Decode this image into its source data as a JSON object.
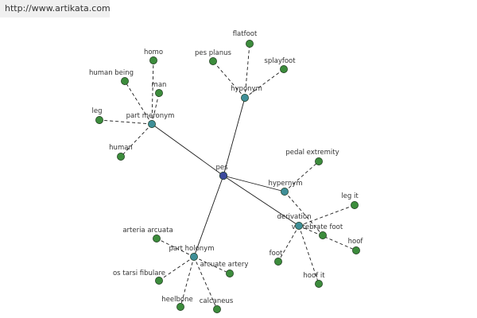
{
  "watermark": "http://www.artikata.com",
  "colors": {
    "root": "#3b4a9c",
    "relation": "#3f8f98",
    "leaf": "#3c8c3c",
    "edge": "#1a1a1a"
  },
  "root": {
    "id": "pes",
    "label": "pes"
  },
  "relations": [
    {
      "id": "hyponym",
      "label": "hyponym"
    },
    {
      "id": "part-meronym",
      "label": "part meronym"
    },
    {
      "id": "hypernym",
      "label": "hypernym"
    },
    {
      "id": "derivation",
      "label": "derivation"
    },
    {
      "id": "part-holonym",
      "label": "part holonym"
    }
  ],
  "leaves": [
    {
      "id": "flatfoot",
      "label": "flatfoot",
      "parent": "hyponym"
    },
    {
      "id": "pes-planus",
      "label": "pes planus",
      "parent": "hyponym"
    },
    {
      "id": "splayfoot",
      "label": "splayfoot",
      "parent": "hyponym"
    },
    {
      "id": "homo",
      "label": "homo",
      "parent": "part-meronym"
    },
    {
      "id": "human-being",
      "label": "human being",
      "parent": "part-meronym"
    },
    {
      "id": "man",
      "label": "man",
      "parent": "part-meronym"
    },
    {
      "id": "leg",
      "label": "leg",
      "parent": "part-meronym"
    },
    {
      "id": "human",
      "label": "human",
      "parent": "part-meronym"
    },
    {
      "id": "pedal-extremity",
      "label": "pedal extremity",
      "parent": "hypernym"
    },
    {
      "id": "vertebrate-foot",
      "label": "vertebrate foot",
      "parent": "hypernym"
    },
    {
      "id": "leg-it",
      "label": "leg it",
      "parent": "derivation"
    },
    {
      "id": "hoof",
      "label": "hoof",
      "parent": "derivation"
    },
    {
      "id": "foot",
      "label": "foot",
      "parent": "derivation"
    },
    {
      "id": "hoof-it",
      "label": "hoof it",
      "parent": "derivation"
    },
    {
      "id": "arteria-arcuata",
      "label": "arteria arcuata",
      "parent": "part-holonym"
    },
    {
      "id": "arcuate-artery",
      "label": "arcuate artery",
      "parent": "part-holonym"
    },
    {
      "id": "os-tarsi-fibulare",
      "label": "os tarsi fibulare",
      "parent": "part-holonym"
    },
    {
      "id": "heelbone",
      "label": "heelbone",
      "parent": "part-holonym"
    },
    {
      "id": "calcaneus",
      "label": "calcaneus",
      "parent": "part-holonym"
    }
  ]
}
